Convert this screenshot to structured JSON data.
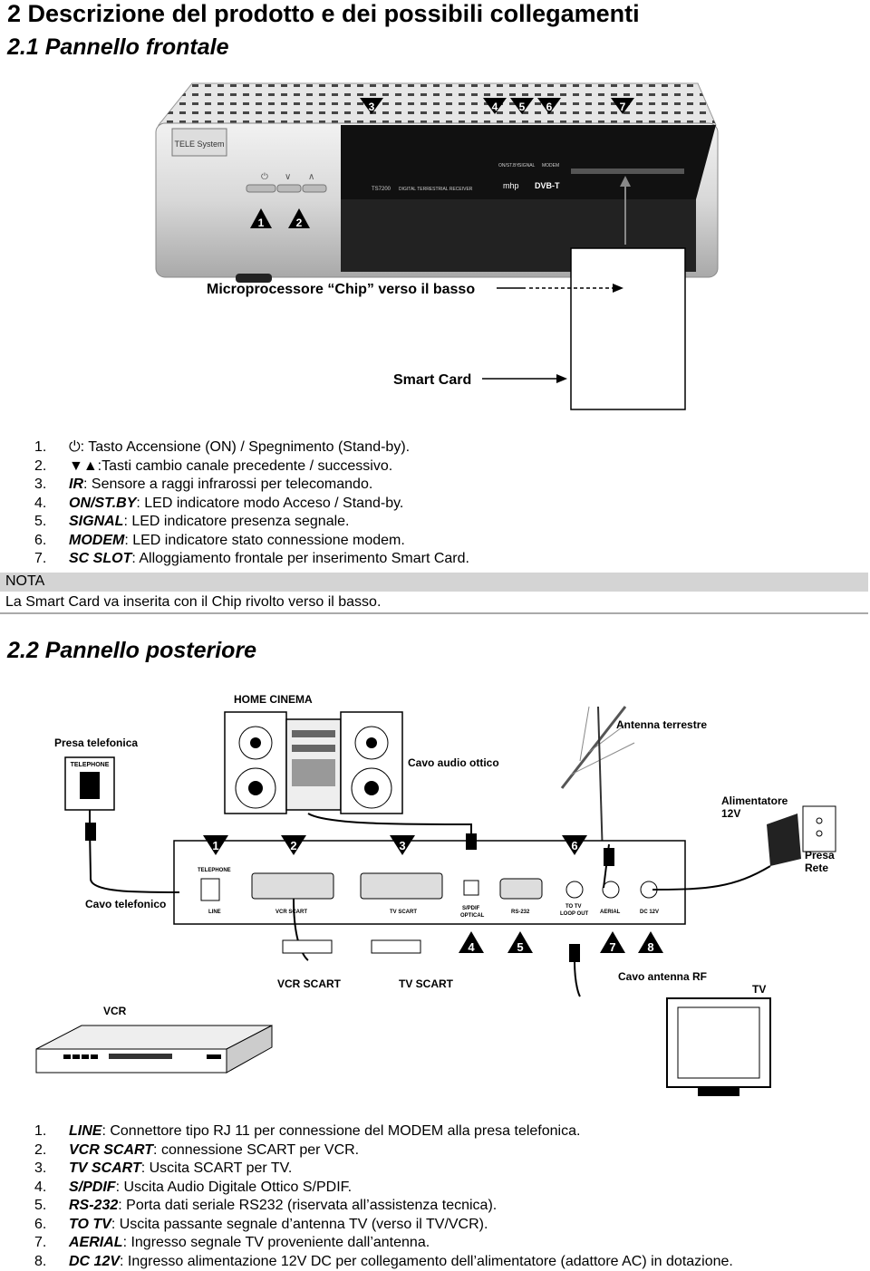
{
  "section_title": "2  Descrizione del prodotto e dei possibili collegamenti",
  "front": {
    "title": "2.1  Pannello frontale",
    "device_brand": "TELE System",
    "device_model": "TS7200",
    "device_model_desc": "DIGITAL TERRESTRIAL RECEIVER",
    "led_labels": [
      "ON/ST.BY",
      "SIGNAL",
      "MODEM"
    ],
    "logos": [
      "mhp",
      "DVB-T"
    ],
    "callouts_top": [
      "3",
      "4",
      "5",
      "6",
      "7"
    ],
    "callouts_bottom": [
      "1",
      "2"
    ],
    "chip_label": "Microprocessore “Chip” verso il basso",
    "card_label": "Smart Card",
    "items": [
      {
        "num": "1.",
        "icon": "power-icon",
        "key": "",
        "text": ": Tasto Accensione (ON) / Spegnimento (Stand-by)."
      },
      {
        "num": "2.",
        "icon": "arrows-icon",
        "key": "▼▲",
        "text": ":Tasti cambio canale precedente / successivo."
      },
      {
        "num": "3.",
        "key": "IR",
        "text": ": Sensore a raggi infrarossi per telecomando."
      },
      {
        "num": "4.",
        "key": "ON/ST.BY",
        "text": ": LED indicatore modo Acceso / Stand-by."
      },
      {
        "num": "5.",
        "key": "SIGNAL",
        "text": ": LED indicatore presenza segnale."
      },
      {
        "num": "6.",
        "key": "MODEM",
        "text": ": LED indicatore stato connessione modem."
      },
      {
        "num": "7.",
        "key": "SC SLOT",
        "text": ": Alloggiamento frontale per inserimento Smart Card."
      }
    ]
  },
  "nota": {
    "label": "NOTA",
    "text": "La Smart Card va inserita con il Chip rivolto verso il basso."
  },
  "rear": {
    "title": "2.2  Pannello posteriore",
    "labels": {
      "home_cinema": "HOME CINEMA",
      "presa_telefonica": "Presa telefonica",
      "telephone": "TELEPHONE",
      "line": "LINE",
      "antenna": "Antenna terrestre",
      "cavo_audio": "Cavo audio ottico",
      "alimentatore": "Alimentatore",
      "alimentatore_v": "12V",
      "presa_rete": "Presa",
      "presa_rete2": "Rete",
      "cavo_telefonico": "Cavo telefonico",
      "vcr_scart": "VCR SCART",
      "tv_scart": "TV SCART",
      "cavo_antenna": "Cavo antenna RF",
      "vcr": "VCR",
      "tv": "TV"
    },
    "panel_labels": {
      "telephone": "TELEPHONE",
      "line": "LINE",
      "vcr_scart": "VCR SCART",
      "tv_scart": "TV SCART",
      "spdif": "S/PDIF",
      "optical": "OPTICAL",
      "rs232": "RS-232",
      "to_tv": "TO TV",
      "loop_out": "LOOP OUT",
      "aerial": "AERIAL",
      "dc12v": "DC 12V"
    },
    "callouts_top": [
      "1",
      "2",
      "3",
      "6"
    ],
    "callouts_bottom": [
      "4",
      "5",
      "7",
      "8"
    ],
    "items": [
      {
        "num": "1.",
        "key": "LINE",
        "text": ": Connettore tipo RJ 11 per connessione del MODEM alla presa telefonica."
      },
      {
        "num": "2.",
        "key": "VCR SCART",
        "text": ": connessione SCART per VCR."
      },
      {
        "num": "3.",
        "key": "TV SCART",
        "text": ": Uscita SCART per TV."
      },
      {
        "num": "4.",
        "key": "S/PDIF",
        "text": ": Uscita Audio Digitale Ottico S/PDIF."
      },
      {
        "num": "5.",
        "key": "RS-232",
        "text": ": Porta dati seriale RS232 (riservata all’assistenza tecnica)."
      },
      {
        "num": "6.",
        "key": "TO TV",
        "text": ": Uscita passante segnale d’antenna TV (verso il TV/VCR)."
      },
      {
        "num": "7.",
        "key": "AERIAL",
        "text": ": Ingresso segnale TV proveniente dall’antenna."
      },
      {
        "num": "8.",
        "key": "DC 12V",
        "text": ": Ingresso alimentazione 12V DC per collegamento dell’alimentatore (adattore AC) in dotazione."
      }
    ]
  }
}
